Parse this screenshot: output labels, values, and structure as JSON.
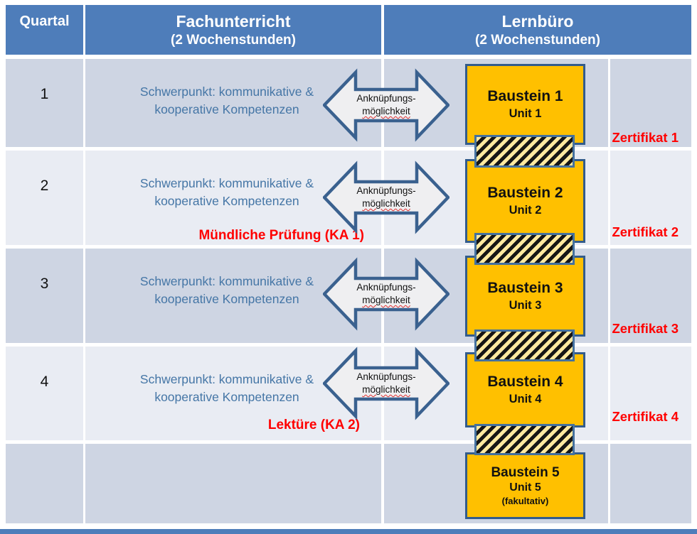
{
  "colors": {
    "header_blue": "#4E7DBA",
    "row_band_dark": "#CED5E3",
    "row_band_light": "#E9ECF3",
    "border_blue": "#335C8C",
    "baustein_orange": "#FFC000",
    "hatch_yellow": "#FFE9A0",
    "alert_red": "#FF0000",
    "focus_text_blue": "#4576A6",
    "arrow_fill": "#EFEFF1"
  },
  "header": {
    "quartal": "Quartal",
    "fach_title": "Fachunterricht",
    "fach_sub": "(2 Wochenstunden)",
    "lern_title": "Lernbüro",
    "lern_sub": "(2 Wochenstunden)"
  },
  "arrow": {
    "line1": "Anknüpfungs-",
    "line2": "möglichkeit"
  },
  "rows": [
    {
      "num": "1",
      "focus_line1": "Schwerpunkt: kommunikative &",
      "focus_line2": "kooperative Kompetenzen",
      "exam": "",
      "certificate": "Zertifikat 1"
    },
    {
      "num": "2",
      "focus_line1": "Schwerpunkt: kommunikative &",
      "focus_line2": "kooperative Kompetenzen",
      "exam": "Mündliche Prüfung (KA 1)",
      "certificate": "Zertifikat 2"
    },
    {
      "num": "3",
      "focus_line1": "Schwerpunkt: kommunikative &",
      "focus_line2": "kooperative Kompetenzen",
      "exam": "",
      "certificate": "Zertifikat 3"
    },
    {
      "num": "4",
      "focus_line1": "Schwerpunkt: kommunikative &",
      "focus_line2": "kooperative Kompetenzen",
      "exam": "Lektüre (KA 2)",
      "certificate": "Zertifikat 4"
    },
    {
      "num": "",
      "focus_line1": "",
      "focus_line2": "",
      "exam": "",
      "certificate": ""
    }
  ],
  "bausteins": [
    {
      "title": "Baustein 1",
      "subtitle": "Unit 1",
      "note": ""
    },
    {
      "title": "Baustein 2",
      "subtitle": "Unit 2",
      "note": ""
    },
    {
      "title": "Baustein 3",
      "subtitle": "Unit 3",
      "note": ""
    },
    {
      "title": "Baustein 4",
      "subtitle": "Unit 4",
      "note": ""
    },
    {
      "title": "Baustein 5",
      "subtitle": "Unit 5",
      "note": "(fakultativ)"
    }
  ]
}
